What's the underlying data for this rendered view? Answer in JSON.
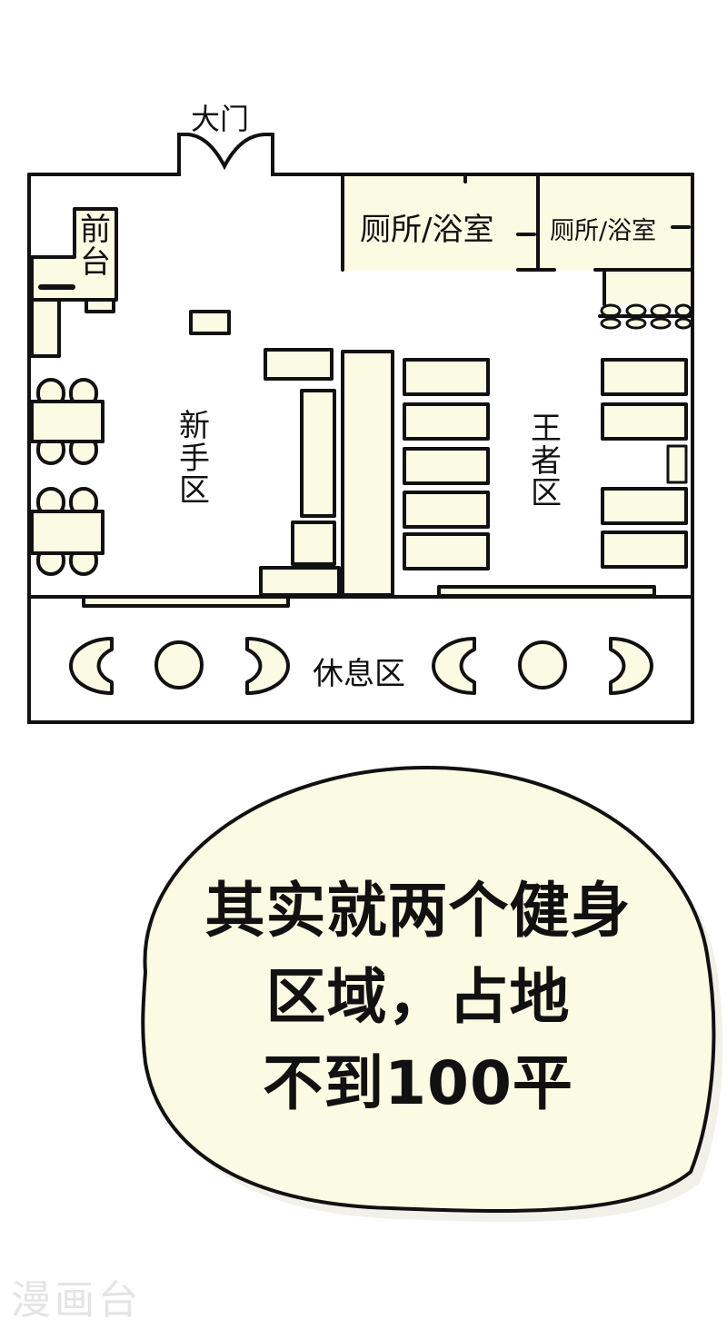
{
  "floor_plan": {
    "colors": {
      "fill": "#fbfbe3",
      "line": "#111111",
      "background": "#ffffff"
    },
    "labels": {
      "entrance": "大门",
      "front_desk": [
        "前",
        "台"
      ],
      "bathroom_1": "厕所/浴室",
      "bathroom_2": "厕所/浴室",
      "beginner_zone": [
        "新",
        "手",
        "区"
      ],
      "king_zone": [
        "王",
        "者",
        "区"
      ],
      "rest_area": "休息区"
    }
  },
  "speech_bubble": {
    "lines": [
      "其实就两个健身",
      "区域，占地",
      "不到100平"
    ],
    "fill": "#fbfbe3"
  },
  "watermark": "漫画台"
}
